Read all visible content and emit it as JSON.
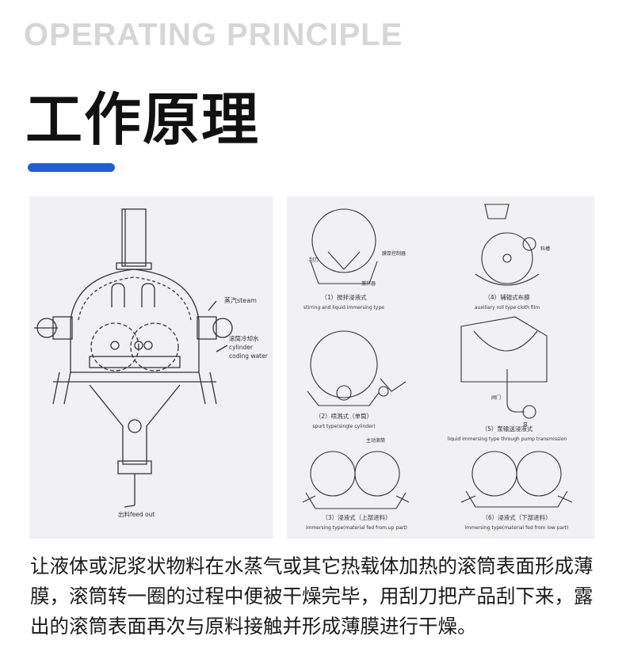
{
  "header": {
    "eyebrow": "OPERATING PRINCIPLE",
    "title": "工作原理"
  },
  "left_diagram": {
    "steam_label": "蒸汽steam",
    "cooling_label_cn": "滚筒冷却水",
    "cooling_label_en1": "cylinder",
    "cooling_label_en2": "coding water",
    "feed_out_label": "出料feed out"
  },
  "right_diagram": {
    "captions": [
      {
        "cn": "（1）搅拌浸液式",
        "en": "stirring and liquid immersing type"
      },
      {
        "cn": "（4）辅辊式布膜",
        "en": "auxiliary roll type cloth film"
      },
      {
        "cn": "（2）喷溅式（单筒）",
        "en": "spurt type(single cylinder)"
      },
      {
        "cn": "（5）泵输送浸液式",
        "en": "liquid immersing type through pump transmission"
      },
      {
        "cn": "（3）浸液式（上部进料）",
        "en": "immersing type(material fed from up part)"
      },
      {
        "cn": "（6）浸液式（下部进料）",
        "en": "immersing type(material fed from low part)"
      }
    ],
    "small_labels": {
      "scraper": "刮刀",
      "film_controller": "膜厚控制器",
      "stirrer": "搅拌器",
      "material": "料槽",
      "drive_cylinder": "主动滚筒",
      "valve": "阀门",
      "pump": "泵"
    }
  },
  "description": {
    "lines": [
      "让液体或泥浆状物料在水蒸气或其它热载体加热的滚筒表面形成薄",
      "膜，滚筒转一圈的过程中便被干燥完毕，用刮刀把产品刮下来，露",
      "出的滚筒表面再次与原料接触并形成薄膜进行干燥。"
    ]
  }
}
